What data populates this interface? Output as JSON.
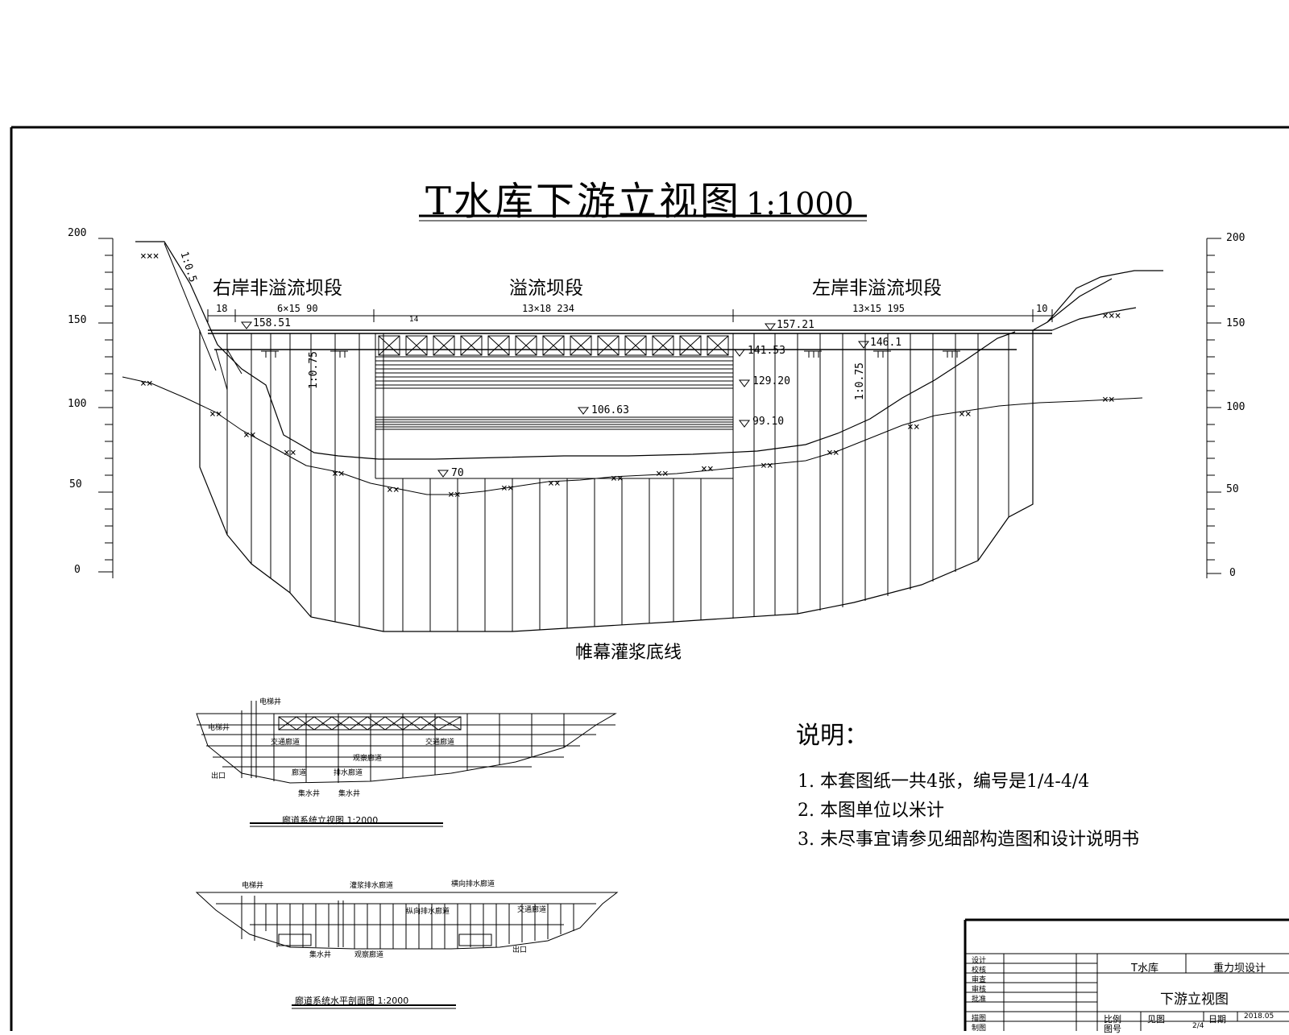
{
  "title": {
    "main": "T水库下游立视图",
    "scale": "1:1000"
  },
  "segments": {
    "right_bank": "右岸非溢流坝段",
    "spillway": "溢流坝段",
    "left_bank": "左岸非溢流坝段"
  },
  "dimensions": {
    "d1": "18",
    "d2": "6×15 90",
    "d3": "13×18 234",
    "d4": "13×15 195",
    "d5": "10",
    "d6": "14"
  },
  "elevations": {
    "e1": "158.51",
    "e2": "157.21",
    "e3": "146.1",
    "e4": "141.53",
    "e5": "129.20",
    "e6": "106.63",
    "e7": "99.10",
    "e8": "70"
  },
  "slopes": {
    "s1": "1:0.5",
    "s2": "1:0.75",
    "s3": "1:0.75"
  },
  "left_axis": [
    "200",
    "150",
    "100",
    "50",
    "0"
  ],
  "right_axis": [
    "200",
    "150",
    "100",
    "50",
    "0"
  ],
  "grout_line": "帷幕灌浆底线",
  "small_drawing_1": {
    "title": "廊道系统立视图   1:2000",
    "labels": [
      "电梯井",
      "电梯井",
      "交通廊道",
      "观察廊道",
      "交通廊道",
      "廊道",
      "排水廊道",
      "集水井",
      "集水井",
      "出口"
    ]
  },
  "small_drawing_2": {
    "title": "廊道系统水平剖面图 1:2000",
    "labels": [
      "电梯井",
      "灌浆排水廊道",
      "横向排水廊道",
      "纵向排水廊道",
      "交通廊道",
      "集水井",
      "观察廊道",
      "出口"
    ]
  },
  "notes": {
    "title": "说明：",
    "items": [
      "1. 本套图纸一共4张，编号是1/4-4/4",
      "2. 本图单位以米计",
      "3. 未尽事宜请参见细部构造图和设计说明书"
    ]
  },
  "title_block": {
    "project": "T水库",
    "design": "重力坝设计",
    "drawing": "下游立视图",
    "scale_label": "比例",
    "scale_value": "见图",
    "date_label": "日期",
    "date_value": "2018.05",
    "num_label": "图号",
    "num_value": "2/4",
    "roles": [
      "设计",
      "校核",
      "审查",
      "审核",
      "批准",
      "描图",
      "制图"
    ]
  }
}
